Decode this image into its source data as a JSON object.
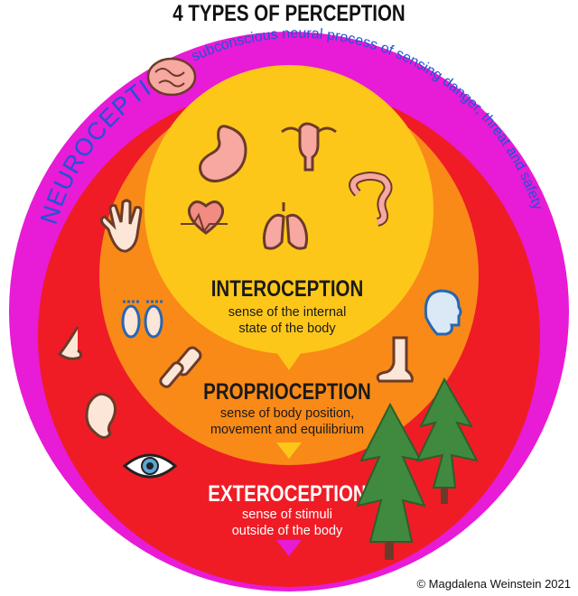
{
  "title": "4 TYPES OF PERCEPTION",
  "neuroception": {
    "label": "NEUROCEPTION",
    "description": "subconscious neural process of sensing danger, threat and safety",
    "color": "#e81bd6"
  },
  "layers": [
    {
      "name": "INTEROCEPTION",
      "line1": "sense of the internal",
      "line2": "state of the body",
      "color": "#fdc71a"
    },
    {
      "name": "PROPRIOCEPTION",
      "line1": "sense of body position,",
      "line2": "movement and equilibrium",
      "color": "#f98a17"
    },
    {
      "name": "EXTEROCEPTION",
      "line1": "sense of stimuli",
      "line2": "outside of the body",
      "color": "#ef1c26"
    }
  ],
  "icons": [
    "brain-icon",
    "stomach-icon",
    "uterus-icon",
    "intestine-icon",
    "heart-rate-icon",
    "lungs-icon",
    "hand-icon",
    "feet-icon",
    "knee-joint-icon",
    "ankle-icon",
    "nose-icon",
    "ear-icon",
    "eye-icon",
    "head-icon",
    "tree-icon"
  ],
  "copyright": "© Magdalena Weinstein 2021"
}
